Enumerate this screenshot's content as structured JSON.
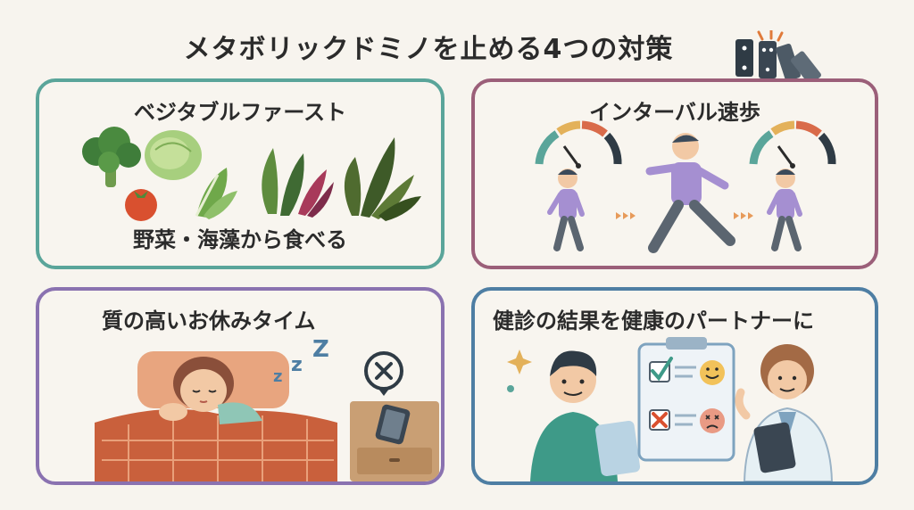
{
  "title": "メタボリックドミノを止める4つの対策",
  "cards": [
    {
      "title": "ベジタブルファースト",
      "caption": "野菜・海藻から食べる"
    },
    {
      "title": "インターバル速歩"
    },
    {
      "title": "質の高いお休みタイム"
    },
    {
      "title": "健診の結果を健康のパートナーに"
    }
  ],
  "sleep_text": "z z Z",
  "colors": {
    "teal": "#5aa59a",
    "plum": "#9b5f79",
    "lavender": "#8a72b0",
    "steel": "#4e7ea3",
    "background": "#f7f4ee"
  },
  "icons": [
    "domino-icon",
    "broccoli-icon",
    "lettuce-icon",
    "tomato-icon",
    "bokchoy-icon",
    "seaweed-icon",
    "speed-gauge-icon",
    "walking-person-icon",
    "running-person-icon",
    "chevrons-icon",
    "sleeping-person-icon",
    "bed-icon",
    "no-phone-icon",
    "smartphone-icon",
    "nightstand-icon",
    "patient-icon",
    "doctor-icon",
    "checklist-icon",
    "checkmark-icon",
    "cross-icon",
    "smile-face-icon",
    "sad-face-icon",
    "sparkle-icon"
  ]
}
